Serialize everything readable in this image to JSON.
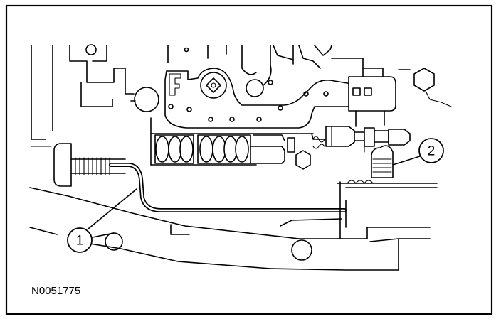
{
  "figure": {
    "id_label": "N0051775",
    "callouts": [
      {
        "number": "1"
      },
      {
        "number": "2"
      }
    ]
  }
}
